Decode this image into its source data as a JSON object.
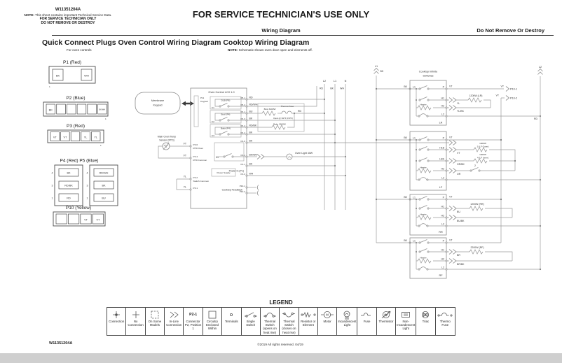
{
  "page": {
    "doc_number": "W11351204A",
    "note_prefix": "NOTE:",
    "note_text": "This sheet contains important Technical Service Data.",
    "for_service": "FOR SERVICE TECHNICIAN ONLY",
    "do_not_remove": "DO NOT REMOVE OR DESTROY",
    "main_title": "FOR SERVICE TECHNICIAN'S USE ONLY",
    "subtitle": "Wiring Diagram",
    "right_notice": "Do Not Remove Or Destroy",
    "diagram_title": "Quick Connect Plugs Oven Control Wiring Diagram Cooktop Wiring Diagram",
    "left_caption": "For oven controls",
    "note2_prefix": "NOTE:",
    "note2_text": "Schematic shows oven door open and elements off.",
    "footer_left": "W11351204A",
    "footer_right": "©2019 All rights reserved. 04/19"
  },
  "plugs": {
    "p1": {
      "label": "P1 (Red)",
      "pin1": "1",
      "cells": [
        "BK",
        "WH"
      ]
    },
    "p2": {
      "label": "P2 (Blue)",
      "pin1": "1",
      "cells": [
        "BK",
        "",
        "",
        "",
        "",
        "BK/WH"
      ]
    },
    "p3": {
      "label": "P3 (Red)",
      "pin1": "1",
      "cells": [
        "VT",
        "VT",
        "",
        "YL",
        "YL"
      ]
    },
    "p45": {
      "label": "P4 (Red) P5 (Blue)",
      "p4_rows": [
        {
          "n": "4",
          "w": "BK"
        },
        {
          "n": "3",
          "w": "RD/BK"
        },
        {
          "n": "1",
          "w": "RD"
        }
      ],
      "p5_rows": [
        {
          "n": "4",
          "w": "RD/WH"
        },
        {
          "n": "3",
          "w": "BK"
        },
        {
          "n": "1",
          "w": "BU"
        }
      ]
    },
    "p10": {
      "label": "P10 (Yellow)",
      "cells": [
        "",
        "",
        "VT",
        "VT"
      ]
    }
  },
  "oven": {
    "membrane_line1": "Membrane",
    "membrane_line2": "Keypad",
    "control_title": "Oven Control LCX 1.0",
    "p11_line1": "P11",
    "p11_line2": "Keypad",
    "rtd_line1": "Main Oven Temp",
    "rtd_line2": "Sensor (RTD)",
    "relays": {
      "k1": "K1",
      "k1_name": "DLB (P6)",
      "k2": "K2",
      "k2_name": "Broil (P4)",
      "k3": "K3",
      "k3_name": "Bake (P4)",
      "k4": "K4"
    },
    "left_pins": [
      {
        "wire": "VT",
        "pin": "P3-6",
        "name": "RTD Oven"
      },
      {
        "wire": "VT",
        "pin": "P3-4",
        "name": "RTD Common"
      },
      {
        "wire": "YL",
        "pin": "P3-2",
        "name": "Switch Common"
      },
      {
        "wire": "YL",
        "pin": "P3-1",
        "name": ""
      }
    ],
    "right_pins": [
      {
        "pin": "P6-1",
        "wire": "RD"
      },
      {
        "pin": "P6-4",
        "wire": "RD/WH"
      },
      {
        "pin": "P4-1",
        "wire": "BU"
      },
      {
        "pin": "P4-3",
        "wire": "BK"
      },
      {
        "pin": "P4-2",
        "wire": "RD/BK"
      },
      {
        "pin": "P4-4",
        "wire": "BK"
      },
      {
        "pin": "P4-6",
        "wire": "BK"
      },
      {
        "pin": "P2-1",
        "wire": "BK/WH"
      },
      {
        "pin": "P1-1",
        "wire": "BK"
      },
      {
        "pin": "P1-3",
        "wire": "WH"
      },
      {
        "pin": "P10-1",
        "wire": ""
      },
      {
        "pin": "P10-2",
        "wire": ""
      }
    ],
    "elements": {
      "broil": "Broil 3400W",
      "bake": "Bake 2600W",
      "thermo_fuse": "Thermo Fuse",
      "thermo_spec": "Opens @ 302°F (150°C)",
      "out_wire": "RD"
    },
    "oven_light": "Oven Light 40W",
    "power_supply": "Power Supply",
    "power_in": "Power In (P1)",
    "cooktop_feedback": "Cooktop Feedback"
  },
  "bus": {
    "l2": "L2",
    "l2_wire": "RD",
    "l1": "L1",
    "l1_wire": "BK",
    "n": "N",
    "n_wire": "WH"
  },
  "cooktop": {
    "title_line1": "Cooktop Infinite",
    "title_line2": "Switches",
    "l1_label": "L1",
    "l1_wire": "BK",
    "l2_label": "L2",
    "l2_wire": "RD",
    "p10_1": "P10-1",
    "p10_1_wire": "VT",
    "p10_2": "P10-2",
    "p10_2_wire": "VT",
    "switches": [
      {
        "l1": "L1",
        "feed": "BK",
        "p": "P",
        "h1": "H1",
        "h2": "H2",
        "l2": "L2",
        "id": "LR",
        "heater_label": "Heater",
        "p_wire": "VT",
        "h1_wire": "YL",
        "h2_wire": "YL/BK",
        "element": "1200W (LR)"
      },
      {
        "l1": "L1",
        "feed": "BK",
        "p": "P",
        "h1": "H1B",
        "h2a": "H2A",
        "h2": "H2",
        "l2": "L2",
        "id": "LF",
        "heater_label": "Heater",
        "p_wire": "VT",
        "h1_wire": "VT",
        "h2a_wire": "OR/BK",
        "h2_wire": "OR",
        "element1_w": "1400W",
        "element1_n": "3 (LF Outer)",
        "element2_w": "1400W",
        "element2_n": "4 (LF Inner)",
        "switch2": "2"
      },
      {
        "l1": "L1",
        "feed": "BK",
        "p": "P",
        "h1": "H1",
        "h2": "H2",
        "l2": "L2",
        "id": "RR",
        "heater_label": "Heater",
        "p_wire": "VT",
        "h1_wire": "BU",
        "h2_wire": "BU/BK",
        "element": "1200W (RR)"
      },
      {
        "l1": "L1",
        "feed": "BK",
        "p": "P",
        "h1": "H1",
        "h2": "H2",
        "l2": "L2",
        "id": "RF",
        "heater_label": "Heater",
        "p_wire": "VT",
        "h1_wire": "BR",
        "h2_wire": "BR/BK",
        "element": "2200W (RF)"
      }
    ]
  },
  "legend": {
    "title": "LEGEND",
    "items": [
      {
        "icon": "connection-icon",
        "label": "Connection"
      },
      {
        "icon": "no-connection-icon",
        "label": "No Connection"
      },
      {
        "icon": "on-some-models-icon",
        "label": "On Some Models"
      },
      {
        "icon": "in-line-connection-icon",
        "label": "In-Line Connection"
      },
      {
        "icon": "connector-position-icon",
        "symbol_text": "P2-1",
        "label": "Connector P2, Position 1"
      },
      {
        "icon": "circuitry-enclosed-icon",
        "label": "Circuitry Enclosed Within"
      },
      {
        "icon": "terminals-icon",
        "label": "Terminals"
      },
      {
        "icon": "single-switch-icon",
        "label": "Single Switch"
      },
      {
        "icon": "thermal-switch-open-icon",
        "label": "Thermal Switch (opens on heat rise)"
      },
      {
        "icon": "thermal-switch-close-icon",
        "label": "Thermal Switch (closes on heat rise)"
      },
      {
        "icon": "resistor-icon",
        "label": "Resistor or Element"
      },
      {
        "icon": "motor-icon",
        "symbol_text": "M",
        "label": "Motor"
      },
      {
        "icon": "incandescent-light-icon",
        "label": "Incandescent Light"
      },
      {
        "icon": "fuse-icon",
        "label": "Fuse"
      },
      {
        "icon": "thermistor-icon",
        "label": "Thermistor"
      },
      {
        "icon": "non-incandescent-light-icon",
        "label": "Non-Incandescent Light"
      },
      {
        "icon": "triac-icon",
        "label": "Triac"
      },
      {
        "icon": "thermo-fuse-icon",
        "label": "Thermo Fuse"
      }
    ]
  }
}
